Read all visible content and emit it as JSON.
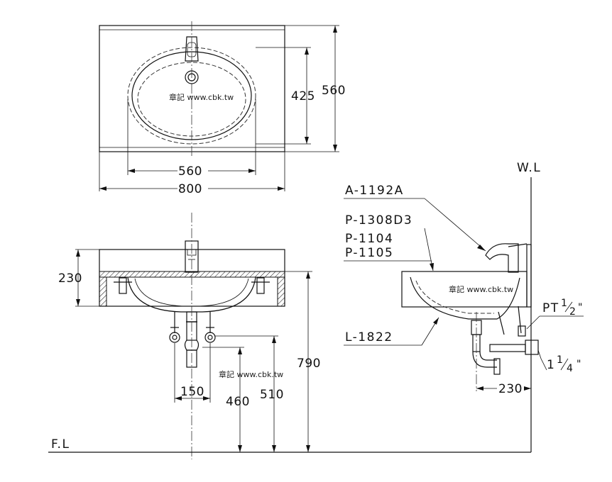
{
  "top_view": {
    "width_label": "800",
    "basin_width_label": "560",
    "depth_label": "560",
    "basin_depth_label": "425"
  },
  "front_view": {
    "counter_height_label": "230",
    "drain_offset_label": "150",
    "trap_height_label": "460",
    "supply_height_label": "510",
    "rim_height_label": "790",
    "floor_label": "F.L"
  },
  "side_view": {
    "wall_label": "W.L",
    "parts": [
      "A-1192A",
      "P-1308D3",
      "P-1104",
      "P-1105",
      "L-1822"
    ],
    "pt_label": "PT",
    "pt_size_num": "1",
    "pt_size_den": "2",
    "drain_size_whole": "1",
    "drain_size_num": "1",
    "drain_size_den": "4",
    "quote_mark": "\"",
    "wall_offset_label": "230"
  },
  "watermark": "章記 www.cbk.tw"
}
